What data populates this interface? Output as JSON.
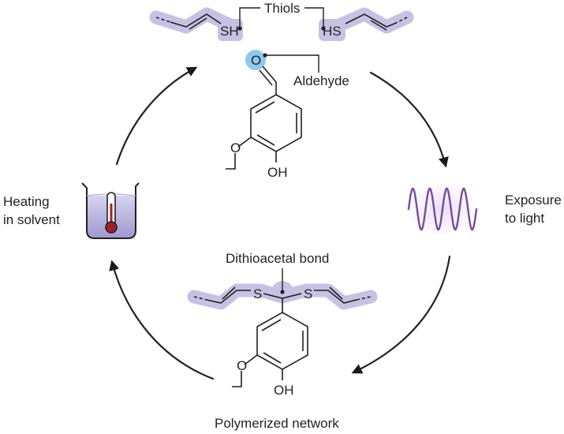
{
  "top": {
    "thiols_label": "Thiols",
    "left_thiol": "SH",
    "right_thiol": "HS",
    "carbonyl_oxygen": "O",
    "aldehyde_label": "Aldehyde",
    "hydroxyl": "OH"
  },
  "right": {
    "line1": "Exposure",
    "line2": "to light"
  },
  "left": {
    "line1": "Heating",
    "line2": "in solvent"
  },
  "bottom": {
    "bond_label": "Dithioacetal bond",
    "left_sulfur": "S",
    "right_sulfur": "S",
    "hydroxyl": "OH",
    "caption": "Polymerized network"
  },
  "colors": {
    "highlight": "#c7c2e4",
    "oxygen_highlight": "#8ecbe8",
    "wave": "#7a4a9c",
    "ink": "#231f20",
    "arrow": "#1a1a1a"
  },
  "icons": [
    "beaker-thermometer-icon",
    "light-wave-icon"
  ]
}
